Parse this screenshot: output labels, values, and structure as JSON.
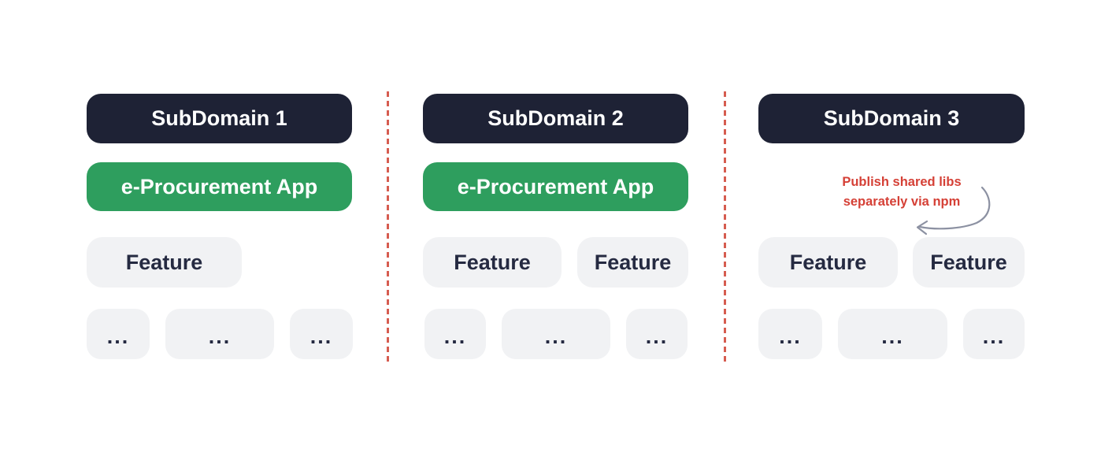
{
  "diagram": {
    "columns": [
      {
        "title": "SubDomain 1",
        "app": "e-Procurement App",
        "features": [
          "Feature"
        ],
        "dots": [
          "...",
          "...",
          "..."
        ]
      },
      {
        "title": "SubDomain 2",
        "app": "e-Procurement App",
        "features": [
          "Feature",
          "Feature"
        ],
        "dots": [
          "...",
          "...",
          "..."
        ]
      },
      {
        "title": "SubDomain 3",
        "features": [
          "Feature",
          "Feature"
        ],
        "dots": [
          "...",
          "...",
          "..."
        ],
        "annotation": {
          "line1": "Publish shared libs",
          "line2": "separately via npm"
        }
      }
    ],
    "colors": {
      "subdomain_bg": "#1e2235",
      "subdomain_text": "#ffffff",
      "app_bg": "#2e9e5e",
      "app_text": "#ffffff",
      "feature_bg": "#f1f2f4",
      "feature_text": "#252a41",
      "annotation_red": "#d54036",
      "divider_red": "#d65c50",
      "arrow_gray": "#8c91a2",
      "background": "#ffffff"
    }
  }
}
